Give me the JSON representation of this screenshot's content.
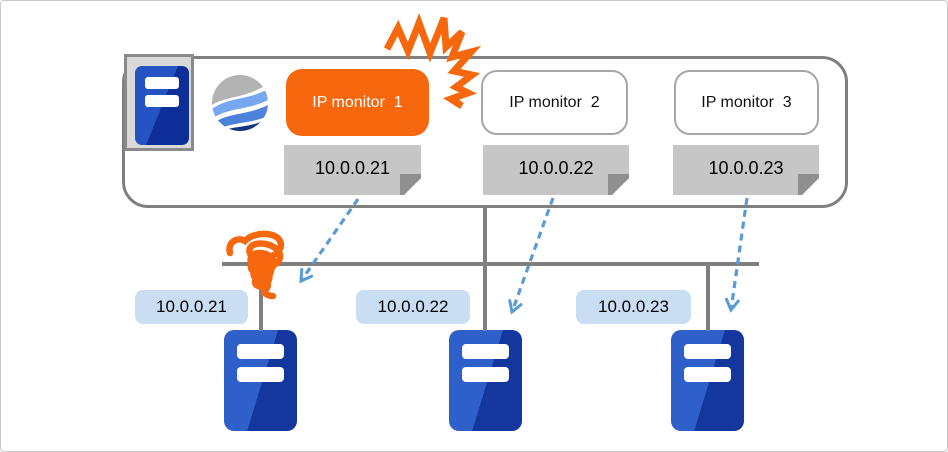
{
  "appliance": {
    "monitors": [
      {
        "label": "IP monitor  1",
        "ip": "10.0.0.21",
        "status": "failed"
      },
      {
        "label": "IP monitor  2",
        "ip": "10.0.0.22",
        "status": "ok"
      },
      {
        "label": "IP monitor  3",
        "ip": "10.0.0.23",
        "status": "ok"
      }
    ]
  },
  "servers": [
    {
      "ip": "10.0.0.21"
    },
    {
      "ip": "10.0.0.22"
    },
    {
      "ip": "10.0.0.23"
    }
  ],
  "icons": {
    "gateway": "server-icon",
    "logo": "globe-waves-icon",
    "failure": "explosion-icon",
    "broken_link": "coil-scribble-icon",
    "mapping": "dashed-arrow-icon"
  },
  "colors": {
    "alert_orange": "#f7670e",
    "arrow_blue": "#5b9bd5",
    "line_gray": "#7f7f7f",
    "note_gray": "#c6c6c6",
    "note_fold_gray": "#8f8f8f",
    "ip_label_bg": "#c9ddf3",
    "server_blue": "#2f5fc8",
    "server_blue_dark": "#13379d",
    "frame_gray": "#8a8a8a"
  }
}
